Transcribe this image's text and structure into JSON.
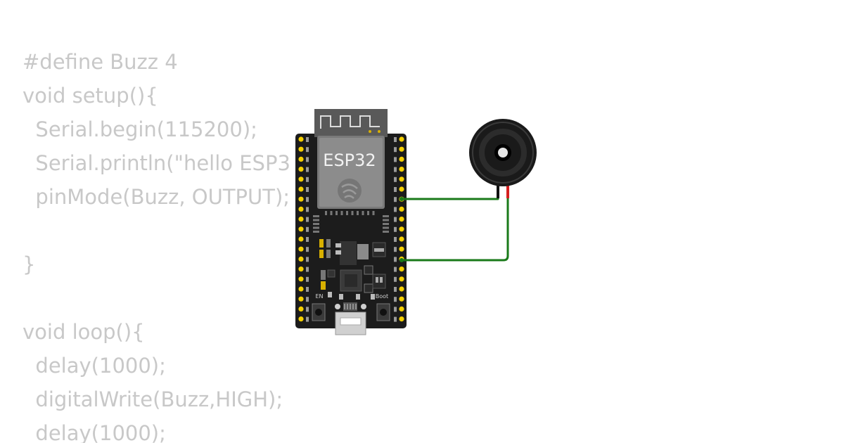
{
  "code_lines": [
    "#define Buzz 4",
    "void setup(){",
    "  Serial.begin(115200);",
    "  Serial.println(\"hello ESP3",
    "  pinMode(Buzz, OUTPUT);",
    "",
    "}",
    "",
    "void loop(){",
    "  delay(1000);",
    "  digitalWrite(Buzz,HIGH);",
    "  delay(1000);"
  ],
  "board": {
    "label": "ESP32",
    "en_label": "EN",
    "boot_label": "Boot",
    "color": "#1c1c1c"
  },
  "buzzer": {
    "color": "#1a1a1a"
  },
  "wires": {
    "gnd_color": "#1a7a1a",
    "signal_color": "#1a7a1a",
    "lead_positive_color": "#d42020",
    "lead_negative_color": "#111111"
  },
  "colors": {
    "code_text": "#c8c8c8",
    "pin_yellow": "#f5d000"
  }
}
